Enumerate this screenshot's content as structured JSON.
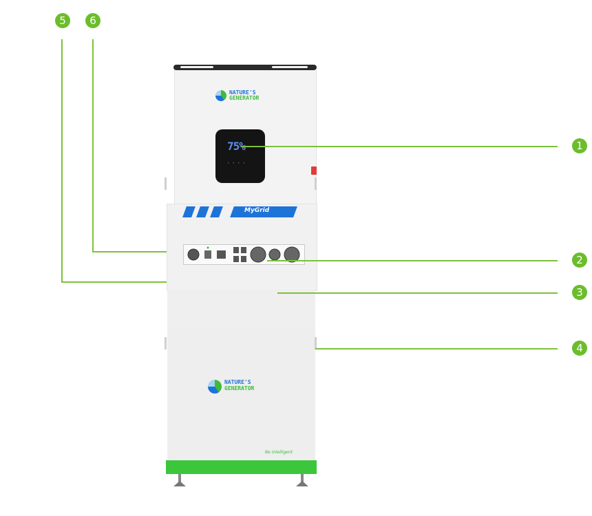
{
  "figure": {
    "title": "Nature's Generator MyGrid product callout diagram",
    "device": {
      "brand_line1": "NATURE'S",
      "brand_line2": "GENERATOR",
      "model_label": "MyGrid",
      "tagline": "Be Intelligent",
      "screen_text": "75%"
    },
    "callouts": [
      {
        "number": "1",
        "target": "display-screen"
      },
      {
        "number": "2",
        "target": "output-ports"
      },
      {
        "number": "3",
        "target": "inverter-unit"
      },
      {
        "number": "4",
        "target": "battery-module"
      },
      {
        "number": "5",
        "target": "side-panel"
      },
      {
        "number": "6",
        "target": "input-port"
      }
    ],
    "colors": {
      "callout_green": "#6cbd2c",
      "line_green": "#7cc13a",
      "brand_blue": "#1e73d8",
      "base_green": "#3cc63c"
    }
  }
}
